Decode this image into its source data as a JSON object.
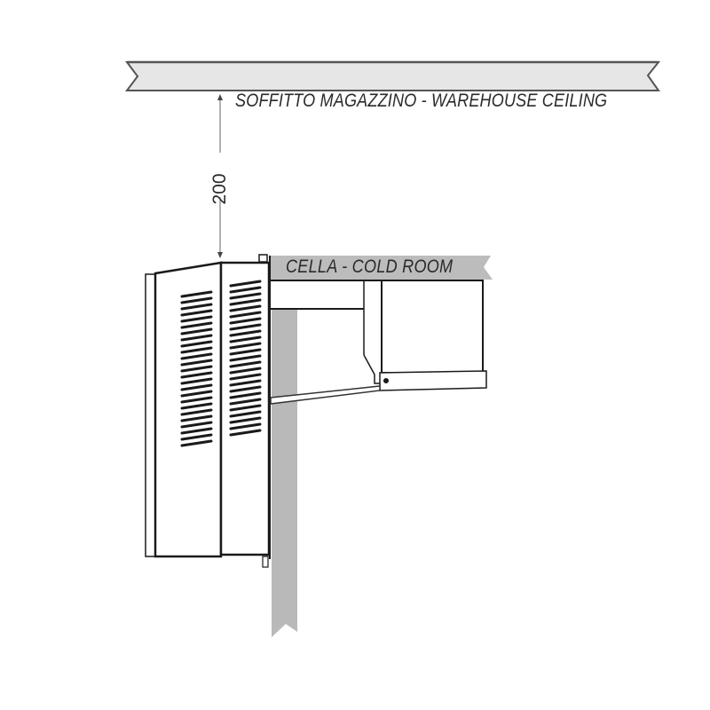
{
  "diagram": {
    "type": "installation-drawing",
    "labels": {
      "ceiling": "SOFFITTO MAGAZZINO - WAREHOUSE CEILING",
      "cold_room": "CELLA - COLD ROOM",
      "clearance_dimension": "200"
    },
    "colors": {
      "ceiling_fill": "#e6e6e6",
      "ceiling_stroke": "#555555",
      "wall_fill": "#b9b9b9",
      "line": "#1a1a1a",
      "text": "#2a2a2a",
      "dimension_line": "#666666"
    },
    "elements": [
      {
        "id": "warehouse-ceiling",
        "description": "Ceiling slab with break lines on both ends"
      },
      {
        "id": "clearance-dimension",
        "value": "200",
        "description": "Vertical distance from ceiling to top of unit"
      },
      {
        "id": "condensing-unit",
        "description": "Monoblock outer housing with two louvered panels"
      },
      {
        "id": "cold-room-wall",
        "description": "Insulated vertical wall panel"
      },
      {
        "id": "cold-room-ceiling-panel",
        "description": "Cold room top panel with break line"
      },
      {
        "id": "evaporator-unit",
        "description": "Internal evaporator section with drip tray"
      },
      {
        "id": "drain-pipe",
        "description": "Sloped drain line through wall"
      }
    ]
  }
}
